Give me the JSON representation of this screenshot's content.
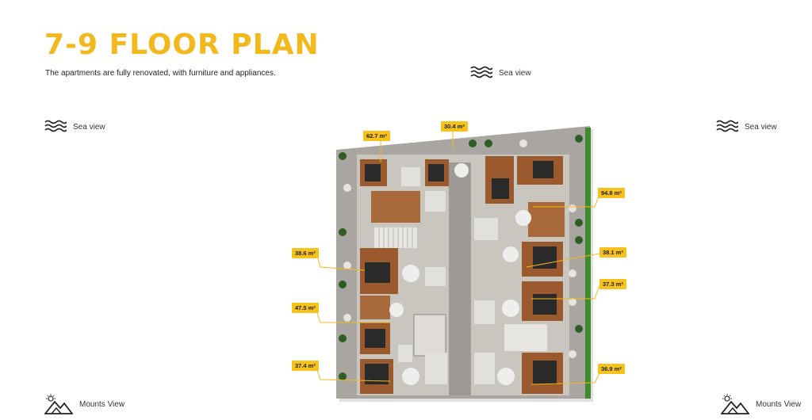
{
  "header": {
    "title": "7-9 FLOOR PLAN",
    "subtitle": "The apartments are fully renovated, with furniture and appliances."
  },
  "views": {
    "sea_top": {
      "label": "Sea view",
      "icon": "waves-icon"
    },
    "sea_left": {
      "label": "Sea view",
      "icon": "waves-icon"
    },
    "sea_right": {
      "label": "Sea view",
      "icon": "waves-icon"
    },
    "mounts_left": {
      "label": "Mounts View",
      "icon": "mountain-sun-icon"
    },
    "mounts_right": {
      "label": "Mounts View",
      "icon": "mountain-sun-icon"
    }
  },
  "areas": {
    "a1": "62.7 m²",
    "a2": "30.4 m²",
    "a3": "94.8 m²",
    "a4": "38.6 m²",
    "a5": "38.1 m²",
    "a6": "37.3 m²",
    "a7": "47.5 m²",
    "a8": "37.4 m²",
    "a9": "36.9 m²"
  },
  "colors": {
    "accent": "#f2b81c",
    "tag": "#f6c21b",
    "floor_wood": "#9a5a2e",
    "floor_concrete": "#b5b2ad",
    "hedge": "#3f8a2c"
  }
}
